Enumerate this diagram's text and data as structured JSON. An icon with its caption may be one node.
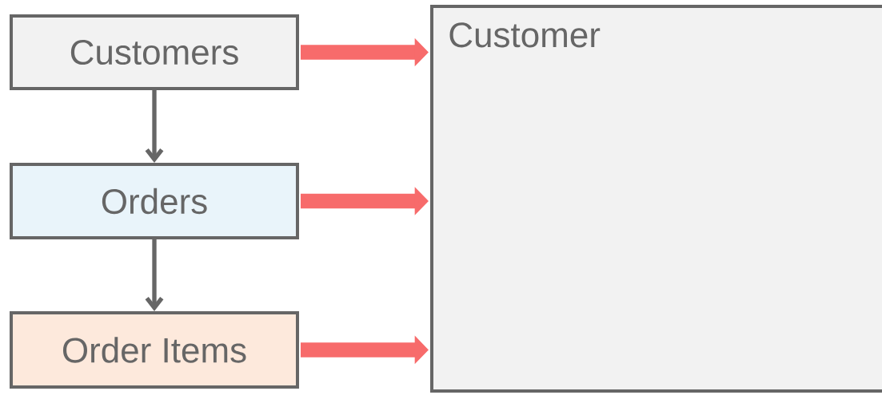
{
  "diagram": {
    "nodes": [
      {
        "text": [
          "Customers"
        ]
      },
      {
        "text": [
          "Orders"
        ]
      },
      {
        "text": [
          "Order Items"
        ]
      },
      {
        "text": [
          "Customer"
        ]
      }
    ],
    "edges": [
      {
        "from": 0,
        "to": 1,
        "arrow": "to",
        "color": "#666666"
      },
      {
        "from": 1,
        "to": 2,
        "arrow": "to",
        "color": "#666666"
      },
      {
        "from": 0,
        "to": 3,
        "arrow": "to"
      },
      {
        "from": 1,
        "to": 3,
        "arrow": "to"
      },
      {
        "from": 2,
        "to": 3,
        "arrow": "to"
      }
    ]
  }
}
